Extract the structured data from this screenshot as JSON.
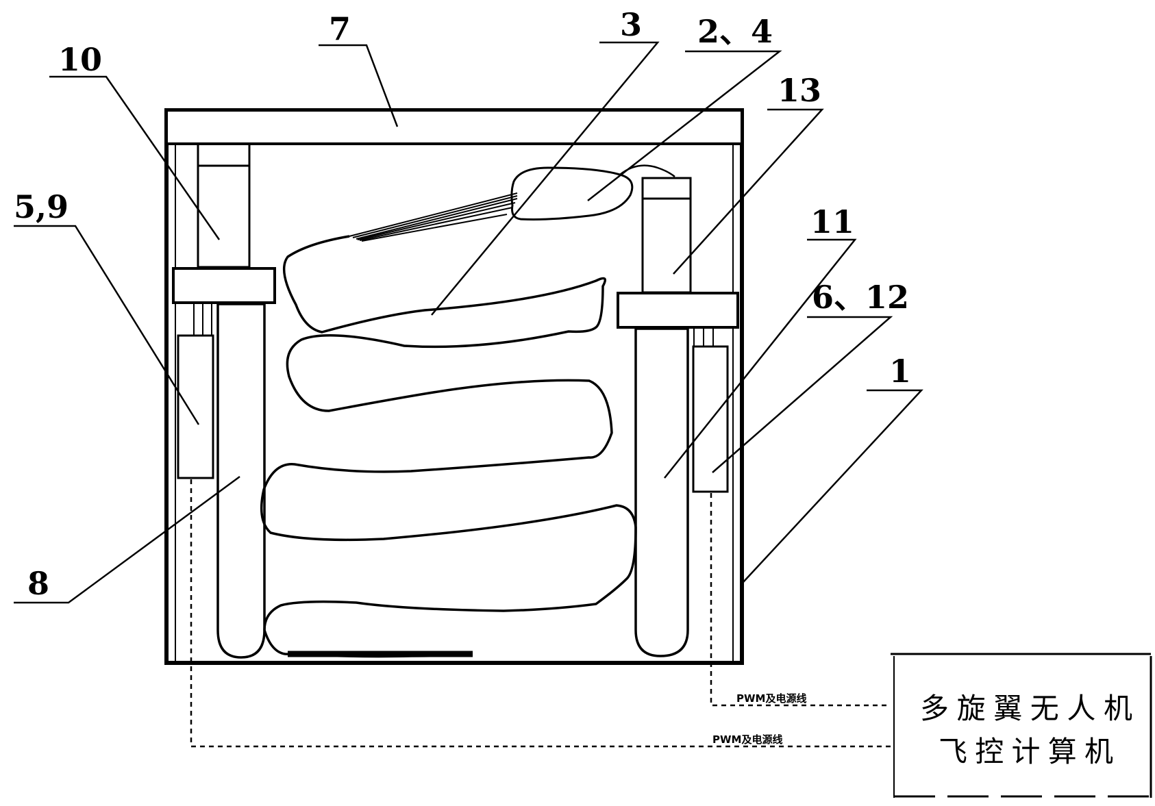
{
  "labels": {
    "l1": "1",
    "l3": "3",
    "l7": "7",
    "l8": "8",
    "l10": "10",
    "l11": "11",
    "l13": "13",
    "l24": "2、4",
    "l59": "5,9",
    "l612": "6、12"
  },
  "controller": {
    "line1": "多旋翼无人机",
    "line2": "飞控计算机"
  },
  "wires": {
    "upper": "PWM及电源线",
    "lower": "PWM及电源线"
  }
}
